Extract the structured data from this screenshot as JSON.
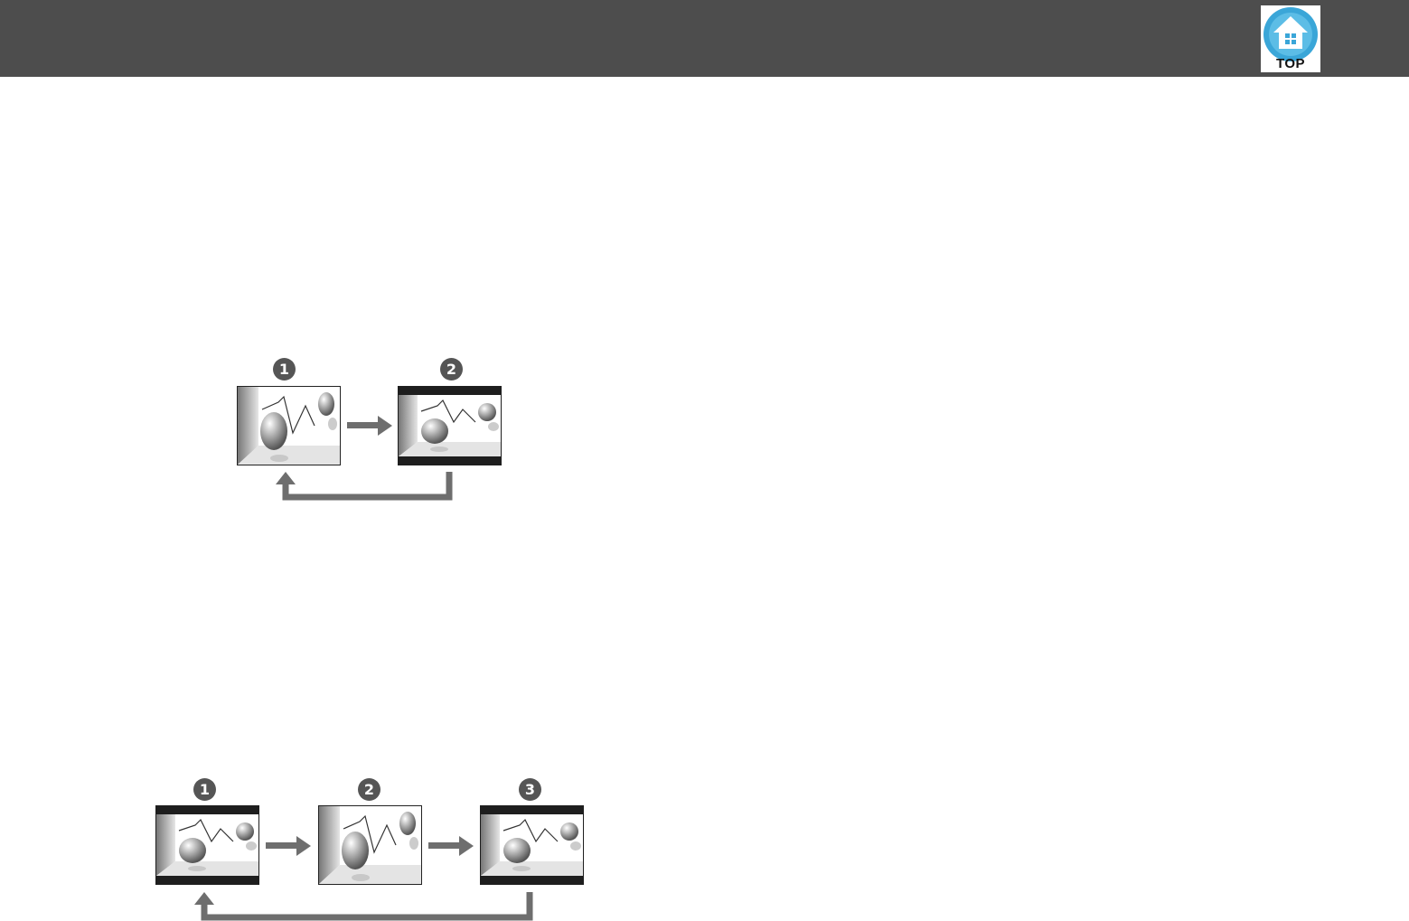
{
  "header": {
    "top_button_label": "TOP",
    "bar_color": "#4d4d4d",
    "icon": "top-home-icon"
  },
  "diagram_a": {
    "steps": [
      {
        "number": "1",
        "mode": "full-screen"
      },
      {
        "number": "2",
        "mode": "letterbox"
      }
    ]
  },
  "diagram_b": {
    "steps": [
      {
        "number": "1",
        "mode": "letterbox"
      },
      {
        "number": "2",
        "mode": "full-screen"
      },
      {
        "number": "3",
        "mode": "letterbox"
      }
    ]
  }
}
